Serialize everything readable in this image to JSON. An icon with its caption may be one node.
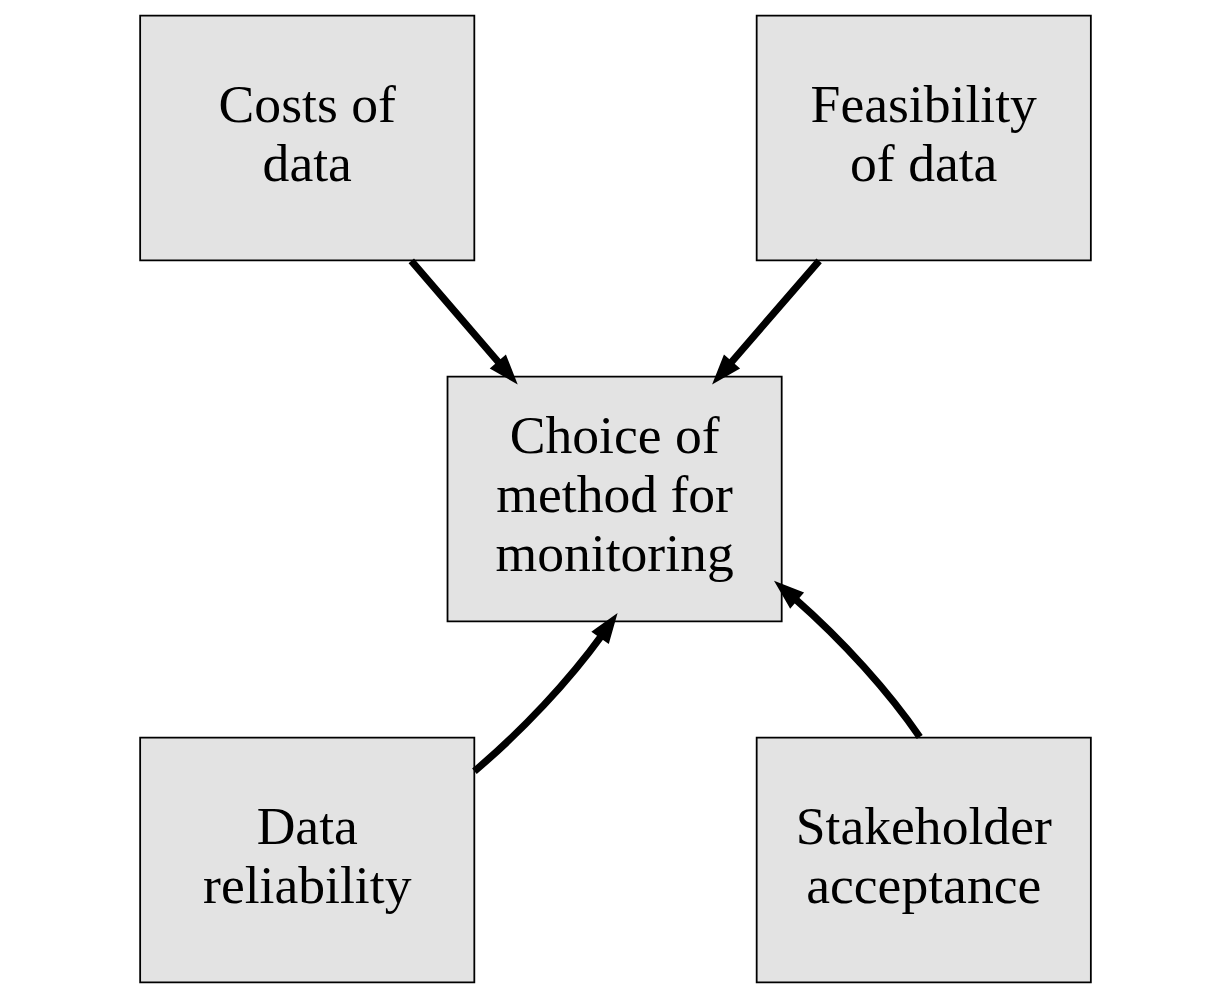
{
  "diagram": {
    "nodes": [
      {
        "text": [
          "Costs of data"
        ]
      },
      {
        "text": [
          "Feasibility of data"
        ]
      },
      {
        "text": [
          "Choice of method for monitoring"
        ]
      },
      {
        "text": [
          "Data reliability"
        ]
      },
      {
        "text": [
          "Stakeholder acceptance"
        ]
      }
    ],
    "edges": [
      {
        "from": 0,
        "to": 2,
        "arrow": "to"
      },
      {
        "from": 1,
        "to": 2,
        "arrow": "to"
      },
      {
        "from": 3,
        "to": 2,
        "arrow": "to"
      },
      {
        "from": 4,
        "to": 2,
        "arrow": "to"
      }
    ]
  }
}
